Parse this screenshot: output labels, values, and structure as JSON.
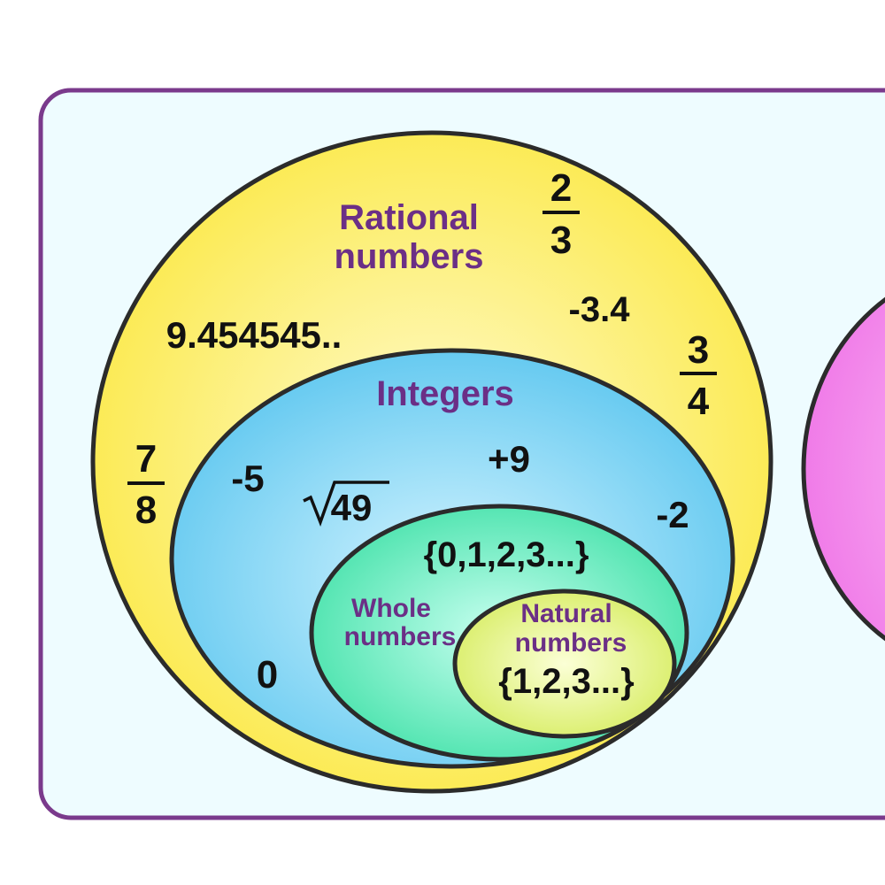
{
  "colors": {
    "panel_fill": "#eefcff",
    "panel_stroke": "#7a3a8c",
    "rational_fill": "#fbe94a",
    "integers_fill": "#5cc6ef",
    "whole_fill": "#3ee0a6",
    "natural_fill": "#e0f06a",
    "outline": "#2b2b2b",
    "label_color": "#6b2f86",
    "number_color": "#111111",
    "side_set_fill": "#f07be8"
  },
  "sets": {
    "rational": {
      "line1": "Rational",
      "line2": "numbers"
    },
    "integers": {
      "label": "Integers"
    },
    "whole": {
      "line1": "Whole",
      "line2": "numbers"
    },
    "natural": {
      "line1": "Natural",
      "line2": "numbers"
    }
  },
  "rational_examples": {
    "frac_2_3": {
      "num": "2",
      "den": "3"
    },
    "frac_3_4": {
      "num": "3",
      "den": "4"
    },
    "frac_7_8": {
      "num": "7",
      "den": "8"
    },
    "neg_3_4": "-3.4",
    "repeating": "9.454545.."
  },
  "integer_examples": {
    "minus5": "-5",
    "plus9": "+9",
    "minus2": "-2",
    "zero": "0",
    "sqrt": "49"
  },
  "whole_set": "{0,1,2,3...}",
  "natural_set": "{1,2,3...}"
}
